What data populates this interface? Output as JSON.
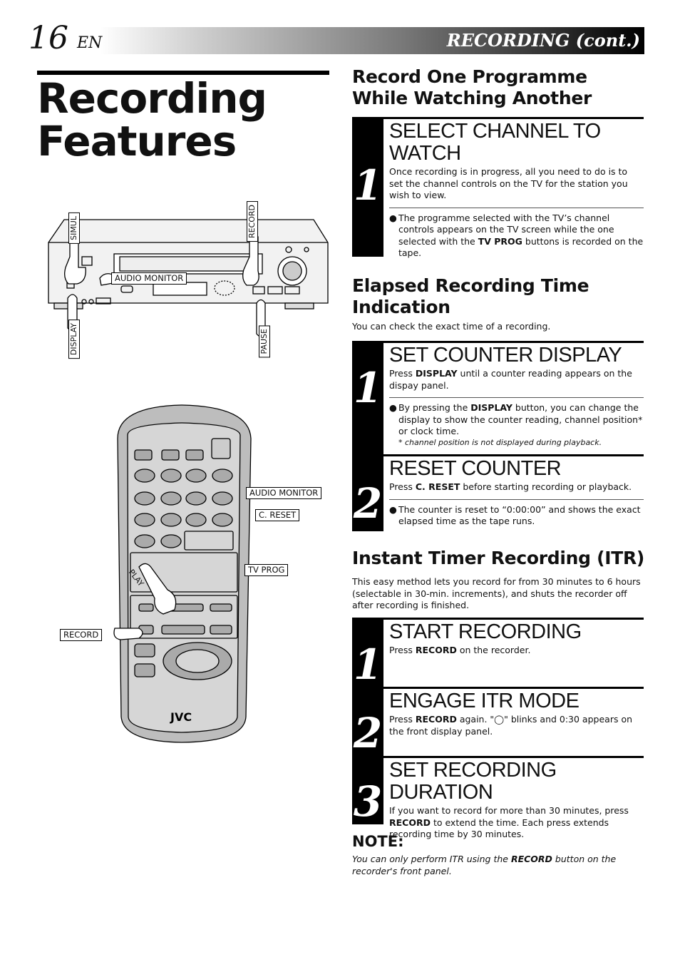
{
  "header": {
    "page_number": "16",
    "language": "EN",
    "section": "RECORDING (cont.)"
  },
  "title": {
    "line1": "Recording",
    "line2": "Features"
  },
  "vcr_labels": {
    "simul": "SIMUL",
    "record": "RECORD",
    "audio_monitor": "AUDIO MONITOR",
    "display": "DISPLAY",
    "pause": "PAUSE"
  },
  "remote_labels": {
    "audio_monitor": "AUDIO MONITOR",
    "c_reset": "C. RESET",
    "tv_prog": "TV PROG",
    "play": "PLAY",
    "record": "RECORD",
    "brand": "JVC"
  },
  "section1": {
    "heading_line1": "Record One Programme",
    "heading_line2": "While Watching Another",
    "steps": [
      {
        "number": "1",
        "title": "SELECT CHANNEL TO WATCH",
        "body": "Once recording is in progress, all you need to do is to set the channel controls on the TV for the station you wish to view.",
        "note_pre": "The programme selected with the TV’s channel controls appears on the TV screen while the one selected with the ",
        "note_bold": "TV PROG",
        "note_post": " buttons is recorded on the tape."
      }
    ]
  },
  "section2": {
    "heading_line1": "Elapsed Recording Time",
    "heading_line2": "Indication",
    "intro": "You can check the exact time of a recording.",
    "steps": [
      {
        "number": "1",
        "title": "SET COUNTER DISPLAY",
        "body_pre": "Press ",
        "body_bold": "DISPLAY",
        "body_post": " until a counter reading appears on the dispay panel.",
        "note_pre": "By pressing the ",
        "note_bold": "DISPLAY",
        "note_post": " button, you can change the display to show the counter reading, channel position* or clock time.",
        "footnote": "* channel position is not displayed during playback."
      },
      {
        "number": "2",
        "title": "RESET COUNTER",
        "body_pre": "Press ",
        "body_bold": "C. RESET",
        "body_post": " before starting recording or playback.",
        "note": "The counter is reset to “0:00:00” and shows the exact elapsed time as the tape runs."
      }
    ]
  },
  "section3": {
    "heading": "Instant Timer Recording (ITR)",
    "intro": "This easy method lets you record for from 30 minutes to 6 hours (selectable in 30-min. increments), and shuts the recorder off after recording is finished.",
    "steps": [
      {
        "number": "1",
        "title": "START RECORDING",
        "body_pre": "Press ",
        "body_bold": "RECORD",
        "body_post": " on the recorder."
      },
      {
        "number": "2",
        "title": "ENGAGE ITR MODE",
        "body_pre": "Press ",
        "body_bold": "RECORD",
        "body_post": " again. \"◯\" blinks and 0:30 appears on the front display panel."
      },
      {
        "number": "3",
        "title": "SET RECORDING DURATION",
        "body_pre": "If you want to record for more than 30 minutes, press ",
        "body_bold": "RECORD",
        "body_post": " to extend the time. Each press extends recording time by 30 minutes."
      }
    ]
  },
  "note": {
    "heading": "NOTE:",
    "text_pre": "You can only perform ITR using the ",
    "text_bold": "RECORD",
    "text_post": " button on the recorder's front panel."
  }
}
